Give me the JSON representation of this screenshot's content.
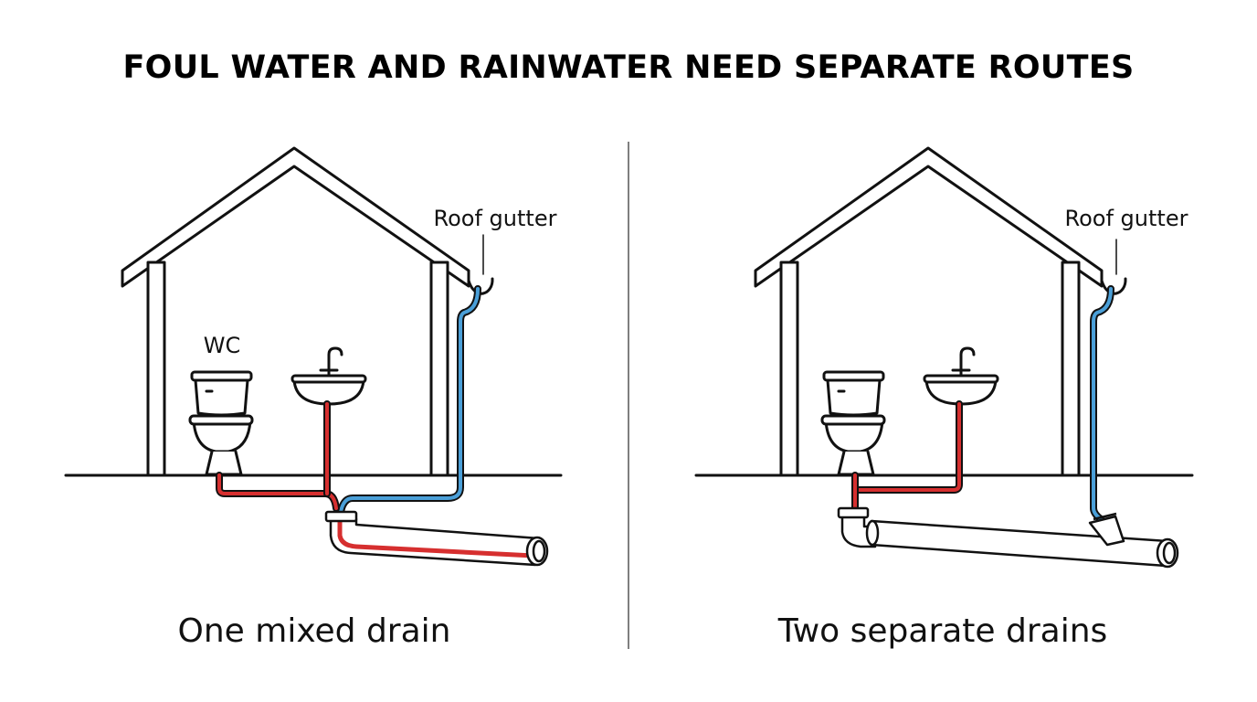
{
  "title": "FOUL WATER AND RAINWATER NEED SEPARATE ROUTES",
  "panels": [
    {
      "caption": "One mixed drain",
      "labels": {
        "gutter": "Roof gutter",
        "wc": "WC"
      }
    },
    {
      "caption": "Two separate drains",
      "labels": {
        "gutter": "Roof gutter"
      }
    }
  ],
  "colors": {
    "foul_water": "#d62f2f",
    "rainwater": "#4a9fd8",
    "outline": "#111111"
  }
}
